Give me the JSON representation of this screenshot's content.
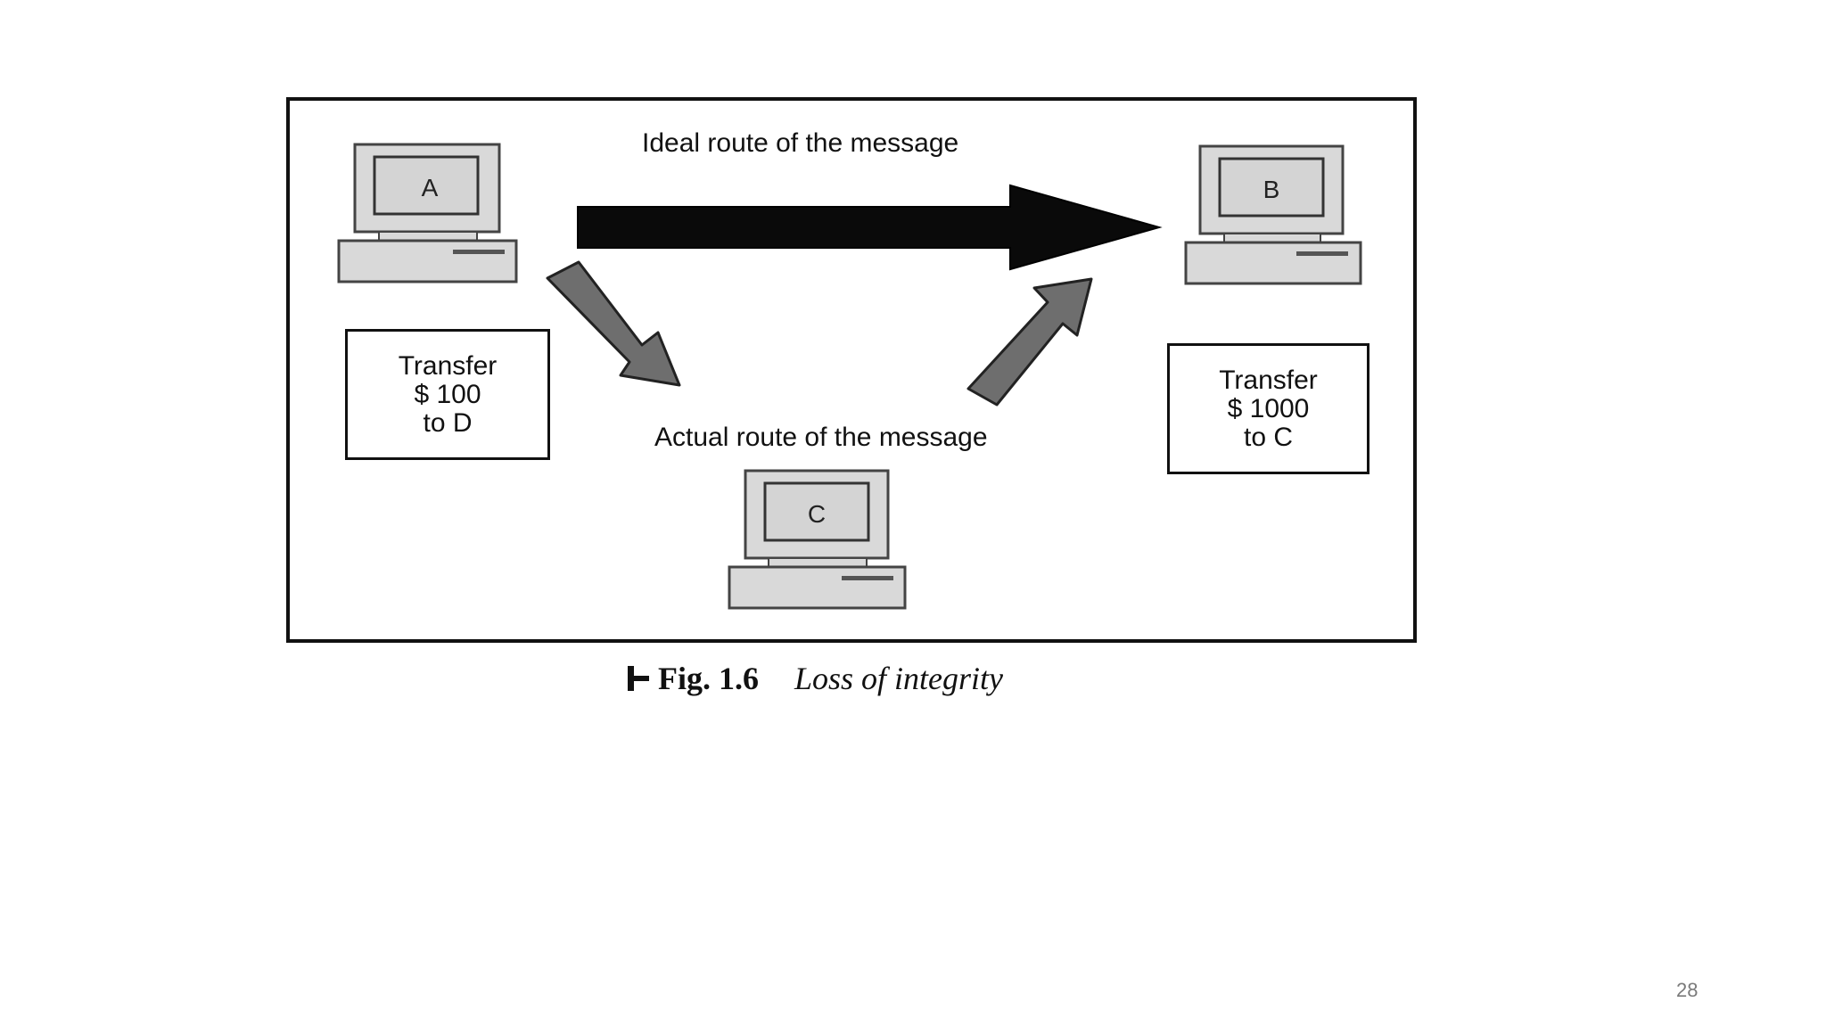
{
  "diagram": {
    "computers": [
      {
        "id": "computer-a",
        "label": "A"
      },
      {
        "id": "computer-b",
        "label": "B"
      },
      {
        "id": "computer-c",
        "label": "C"
      }
    ],
    "ideal_route_label": "Ideal route of the message",
    "actual_route_label": "Actual route of the message",
    "message_a": [
      "Transfer",
      "$ 100",
      "to D"
    ],
    "message_b": [
      "Transfer",
      "$ 1000",
      "to C"
    ]
  },
  "caption": {
    "number": "Fig. 1.6",
    "title": "Loss of integrity"
  },
  "page_number": "28",
  "colors": {
    "ideal_arrow": "#0a0a0a",
    "actual_arrow": "#6e6e6e",
    "computer_body": "#d9d9d9",
    "computer_outline": "#444444"
  }
}
